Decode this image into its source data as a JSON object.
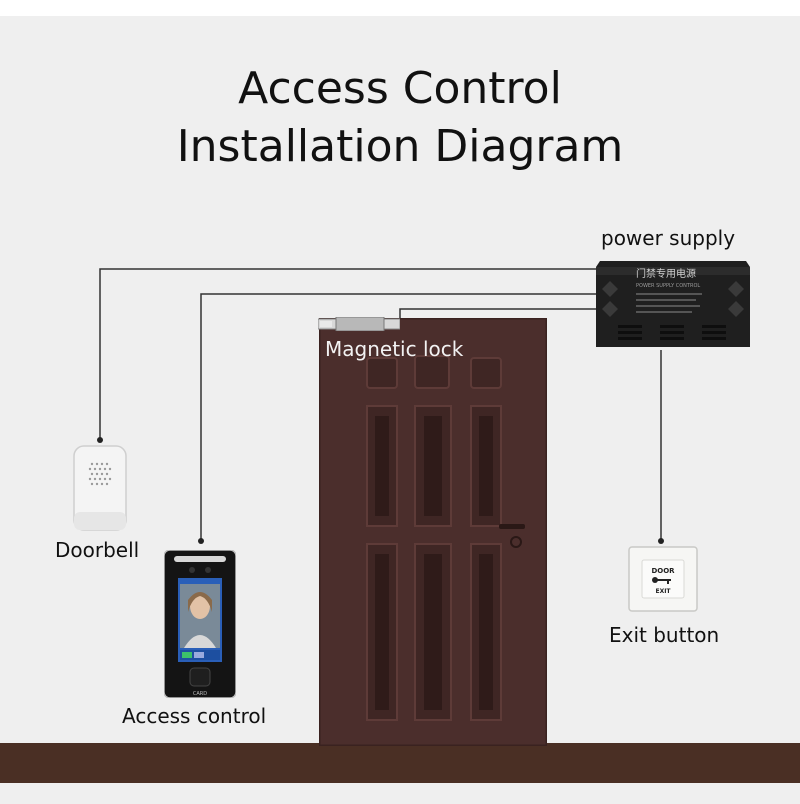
{
  "title": {
    "line1": "Access Control",
    "line2": "Installation Diagram"
  },
  "labels": {
    "power_supply": "power supply",
    "magnetic_lock": "Magnetic lock",
    "doorbell": "Doorbell",
    "exit_button": "Exit button",
    "access_control": "Access control"
  },
  "psu_text": {
    "cn": "门禁专用电源",
    "en": "POWER SUPPLY CONTROL"
  },
  "exit_text": {
    "top": "DOOR",
    "bottom": "EXIT"
  },
  "terminal_text": {
    "card": "CARD"
  },
  "colors": {
    "door": "#4b2e2c",
    "floor": "#4a2f24",
    "wire": "#333333",
    "psu": "#1f1f1f"
  }
}
